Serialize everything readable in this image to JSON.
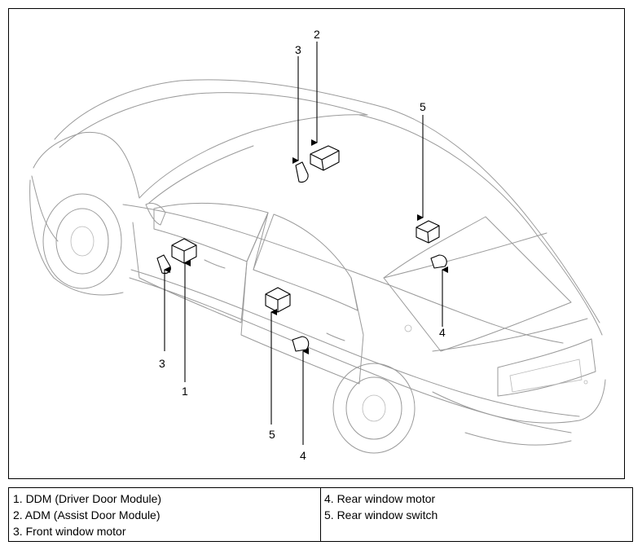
{
  "callouts": [
    {
      "number": "2"
    },
    {
      "number": "3"
    },
    {
      "number": "5"
    },
    {
      "number": "3"
    },
    {
      "number": "1"
    },
    {
      "number": "5"
    },
    {
      "number": "4"
    },
    {
      "number": "4"
    }
  ],
  "legend": {
    "left": [
      "1. DDM (Driver Door Module)",
      "2. ADM (Assist Door Module)",
      "3. Front window motor"
    ],
    "right": [
      "4. Rear window motor",
      "5. Rear window switch"
    ]
  }
}
